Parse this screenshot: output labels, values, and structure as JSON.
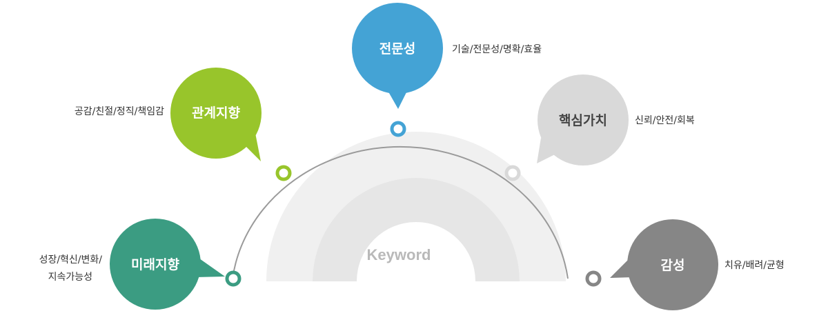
{
  "center_label": "Keyword",
  "colors": {
    "arc": "#9a9a9a",
    "band_outer": "#f0f0f0",
    "band_inner": "#e6e6e6",
    "center_text": "#b9b9b9"
  },
  "nodes": [
    {
      "id": "mirae",
      "title": "미래지향",
      "keywords_line1": "성장/혁신/변화/",
      "keywords_line2": "지속가능성",
      "color": "#3b9c82",
      "icon": "speech-bubble-tail-right"
    },
    {
      "id": "gwangye",
      "title": "관계지향",
      "keywords_line1": "공감/친절/정직/책임감",
      "color": "#98c52b",
      "icon": "speech-bubble-tail-down-right"
    },
    {
      "id": "jeonmun",
      "title": "전문성",
      "keywords_line1": "기술/전문성/명확/효율",
      "color": "#44a3d5",
      "icon": "speech-bubble-tail-down"
    },
    {
      "id": "haeksim",
      "title": "핵심가치",
      "keywords_line1": "신뢰/안전/회복",
      "color": "#d9d9d9",
      "icon": "speech-bubble-tail-down-left"
    },
    {
      "id": "gamseong",
      "title": "감성",
      "keywords_line1": "치유/배려/균형",
      "color": "#868686",
      "icon": "speech-bubble-tail-left"
    }
  ]
}
